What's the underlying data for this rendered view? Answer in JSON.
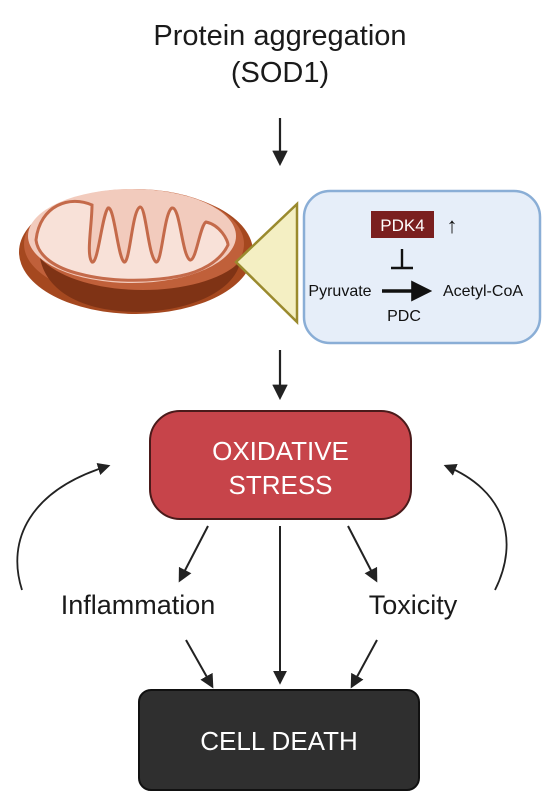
{
  "title": {
    "line1": "Protein aggregation",
    "line2": "(SOD1)"
  },
  "pathway_box": {
    "enzyme_label": "PDK4",
    "up_arrow_glyph": "↑",
    "substrate": "Pyruvate",
    "product": "Acetyl-CoA",
    "catalyst": "PDC"
  },
  "stress_box": {
    "line1": "OXIDATIVE",
    "line2": "STRESS"
  },
  "side_labels": {
    "left": "Inflammation",
    "right": "Toxicity"
  },
  "outcome_box": {
    "label": "CELL DEATH"
  },
  "colors": {
    "stress_fill": "#c7444a",
    "outcome_fill": "#2f2f2f",
    "pathway_fill": "#e6eef9",
    "pathway_border": "#8aaed6",
    "enzyme_fill": "#7a1f1f",
    "mito_outer": "#a5481f",
    "mito_inner": "#f5d3c6",
    "wedge_fill": "#f4efc3",
    "wedge_border": "#9a8a2e",
    "arrow": "#222222"
  }
}
